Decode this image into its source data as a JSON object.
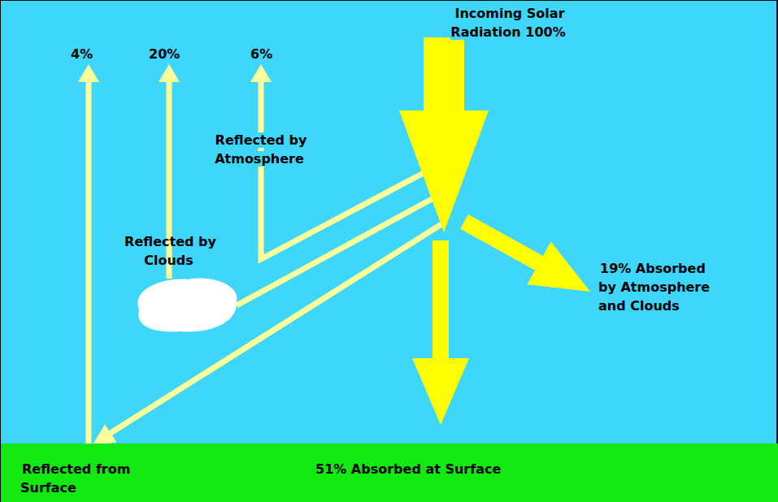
{
  "diagram": {
    "nodes": [
      {
        "text": [
          "Reflected by Clouds"
        ]
      },
      {
        "text": [
          "Reflected from Surface",
          "51% Absorbed at Surface"
        ]
      }
    ],
    "labels": [
      "Incoming Solar Radiation 100%",
      "4%",
      "20%",
      "6%",
      "Reflected by Atmosphere",
      "19% Absorbed by Atmosphere and Clouds"
    ]
  }
}
